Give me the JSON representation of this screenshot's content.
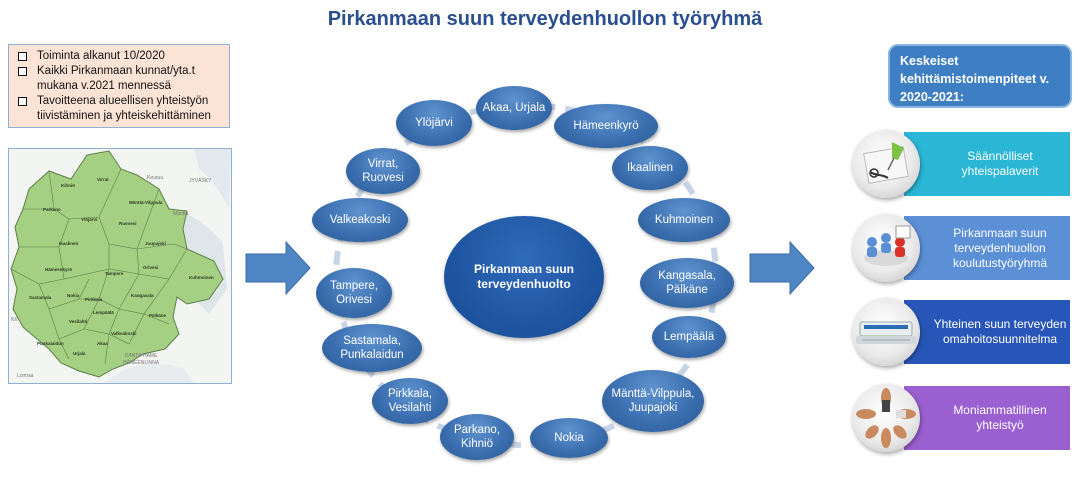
{
  "title": "Pirkanmaan suun terveydenhuollon työryhmä",
  "info_items": [
    "Toiminta alkanut 10/2020",
    "Kaikki Pirkanmaan kunnat/yta.t mukana v.2021 mennessä",
    "Tavoitteena alueellisen yhteistyön tiivistäminen ja yhteiskehittäminen"
  ],
  "map_labels": {
    "kihnio": "Kihniö",
    "virrat": "Virrat",
    "keuruu": "Keuruu",
    "jyvaskyla": "JYVÄSKY",
    "parkano": "Parkano",
    "mantta": "Mänttä-Vilppula",
    "ylojarvi": "Ylöjärvi",
    "ruovesi": "Ruovesi",
    "mantta_town": "Mänttä",
    "ikaalinen": "Ikaalinen",
    "juupajoki": "Juupajoki",
    "hameenkyro": "Hämeenkyrö",
    "tampere": "Tampere",
    "orivesi": "Orivesi",
    "kuhmoinen": "Kuhmoinen",
    "sastamala": "Sastamala",
    "nokia": "Nokia",
    "pirkkala": "Pirkkala",
    "kangasala": "Kangasala",
    "lempaala": "Lempäälä",
    "palkane": "Pälkäne",
    "vesilahti": "Vesilahti",
    "valkeakoski": "Valkeakoski",
    "akaa": "Akaa",
    "punkalaidun": "Punkalaidun",
    "urjala": "Urjala",
    "kanta_hame": "KANTA-HÄME",
    "hameenlinna": "HÄMEENLINNA",
    "loimaa": "Loimaa",
    "kk": "KK"
  },
  "center_label": "Pirkanmaan suun terveydenhuolto",
  "ring_nodes": [
    "Akaa, Urjala",
    "Hämeenkyrö",
    "Ikaalinen",
    "Kuhmoinen",
    "Kangasala, Pälkäne",
    "Lempäälä",
    "Mänttä-Vilppula, Juupajoki",
    "Nokia",
    "Parkano, Kihniö",
    "Pirkkala, Vesilahti",
    "Sastamala, Punkalaidun",
    "Tampere, Orivesi",
    "Valkeakoski",
    "Virrat, Ruovesi",
    "Ylöjärvi"
  ],
  "key_title": "Keskeiset kehittämistoimenpiteet v. 2020-2021:",
  "actions": [
    {
      "label": "Säännölliset yhteispalaverit",
      "color": "#2bb6d6",
      "icon": "pushpin-icon"
    },
    {
      "label": "Pirkanmaan suun terveydenhuollon koulutustyöryhmä",
      "color": "#5b8fd6",
      "icon": "meeting-icon"
    },
    {
      "label": "Yhteinen suun terveyden omahoitosuunnitelma",
      "color": "#2856b8",
      "icon": "laptop-icon"
    },
    {
      "label": "Moniammatillinen yhteistyö",
      "color": "#9a5fd0",
      "icon": "teamwork-icon"
    }
  ],
  "colors": {
    "title": "#2a4f8f",
    "arrow": "#4f86c6",
    "node": "#3b6fb0",
    "map_fill": "#9ccc7a"
  }
}
